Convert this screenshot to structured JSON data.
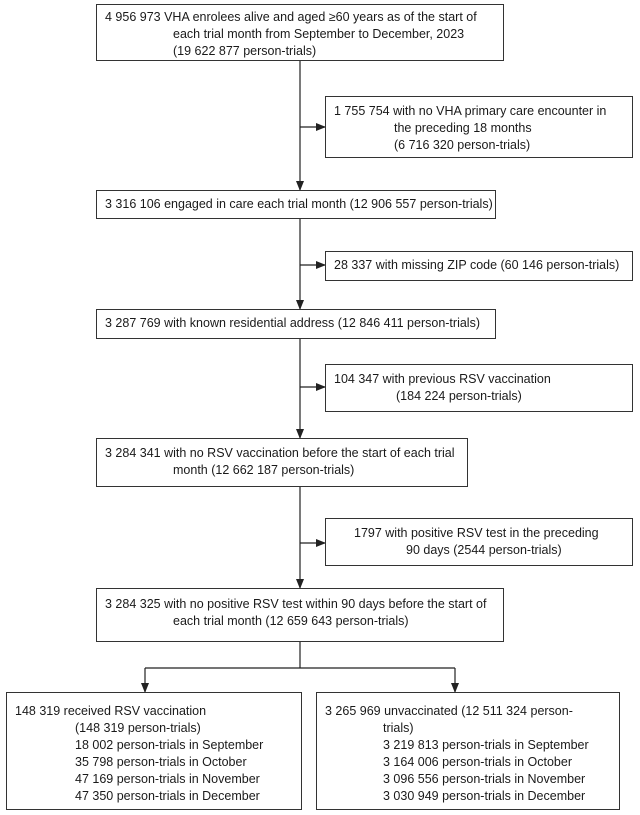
{
  "boxes": {
    "b1": [
      "4 956 973 VHA enrolees alive and aged ≥60 years as of the start of",
      "each trial month from September to December, 2023",
      "(19 622 877 person-trials)"
    ],
    "x1": [
      "1 755 754 with no VHA primary care encounter in",
      "the preceding 18 months",
      "(6 716 320 person-trials)"
    ],
    "b2": [
      "3 316 106 engaged in care each trial month (12 906 557 person-trials)"
    ],
    "x2": [
      "28 337 with missing ZIP code (60 146 person-trials)"
    ],
    "b3": [
      "3 287 769 with known residential address (12 846 411 person-trials)"
    ],
    "x3": [
      "104 347 with previous RSV vaccination",
      "(184 224 person-trials)"
    ],
    "b4": [
      "3 284 341 with no RSV vaccination before the start of each trial",
      "month (12 662 187 person-trials)"
    ],
    "x4": [
      "1797 with positive RSV test in the preceding",
      "90 days (2544 person-trials)"
    ],
    "b5": [
      "3 284 325 with no positive RSV test within 90 days before the start of",
      "each trial month (12 659 643 person-trials)"
    ],
    "vacc": [
      "148 319 received RSV vaccination",
      "(148 319 person-trials)",
      "18 002 person-trials in September",
      "35 798 person-trials in October",
      "47 169 person-trials in November",
      "47 350 person-trials in December"
    ],
    "unvacc": [
      "3 265 969 unvaccinated (12 511 324 person-",
      "trials)",
      "3 219 813 person-trials in September",
      "3 164 006 person-trials in October",
      "3 096 556 person-trials in November",
      "3 030 949 person-trials in December"
    ]
  }
}
